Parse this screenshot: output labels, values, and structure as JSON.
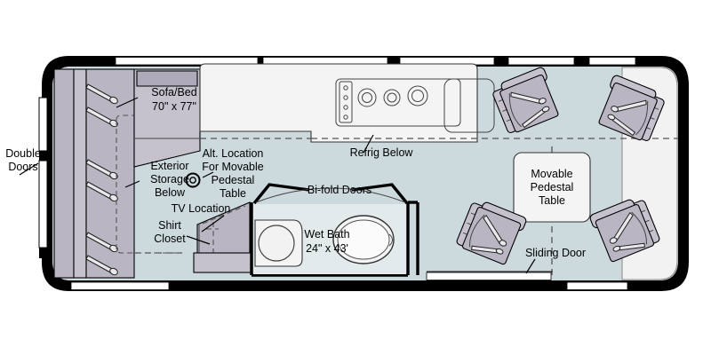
{
  "diagram": {
    "title": "RV Floorplan",
    "type": "rv-floorplan",
    "orientation": "rear-left, cab-right"
  },
  "colors": {
    "floor": "#ccd9dd",
    "furniture": "#b9b5c2",
    "wall": "#000000",
    "cabinet_white": "#f4f4f4",
    "cab_area": "#f2f2f2",
    "dash_line": "#555555"
  },
  "labels": {
    "double_doors": "Double\nDoors",
    "double_doors_line1": "Double",
    "double_doors_line2": "Doors",
    "sofa_bed_line1": "Sofa/Bed",
    "sofa_bed_line2": "70\" x 77\"",
    "exterior_storage_line1": "Exterior",
    "exterior_storage_line2": "Storage",
    "exterior_storage_line3": "Below",
    "alt_location_line1": "Alt. Location",
    "alt_location_line2": "For Movable",
    "alt_location_line3": "Pedestal",
    "alt_location_line4": "Table",
    "tv_location": "TV Location",
    "shirt_closet_line1": "Shirt",
    "shirt_closet_line2": "Closet",
    "bifold_doors": "Bi-fold Doors",
    "wet_bath_line1": "Wet Bath",
    "wet_bath_line2": "24\" x 43'",
    "refrig_below": "Refrig Below",
    "movable_pedestal_line1": "Movable",
    "movable_pedestal_line2": "Pedestal",
    "movable_pedestal_line3": "Table",
    "sliding_door": "Sliding Door"
  },
  "rooms": [
    {
      "name": "Sofa/Bed",
      "dimensions": "70\" x 77\""
    },
    {
      "name": "Wet Bath",
      "dimensions": "24\" x 43'"
    },
    {
      "name": "Shirt Closet",
      "dimensions": ""
    },
    {
      "name": "Exterior Storage Below",
      "dimensions": ""
    }
  ],
  "features": [
    "Double Doors",
    "Bi-fold Doors",
    "Sliding Door",
    "TV Location",
    "Refrig Below",
    "Movable Pedestal Table",
    "Alt. Location For Movable Pedestal Table"
  ],
  "seating": {
    "swivel_chair_count": 4,
    "description": "four swivel captain chairs with seat belts"
  },
  "galley": {
    "burners": 3,
    "sink": 1
  }
}
